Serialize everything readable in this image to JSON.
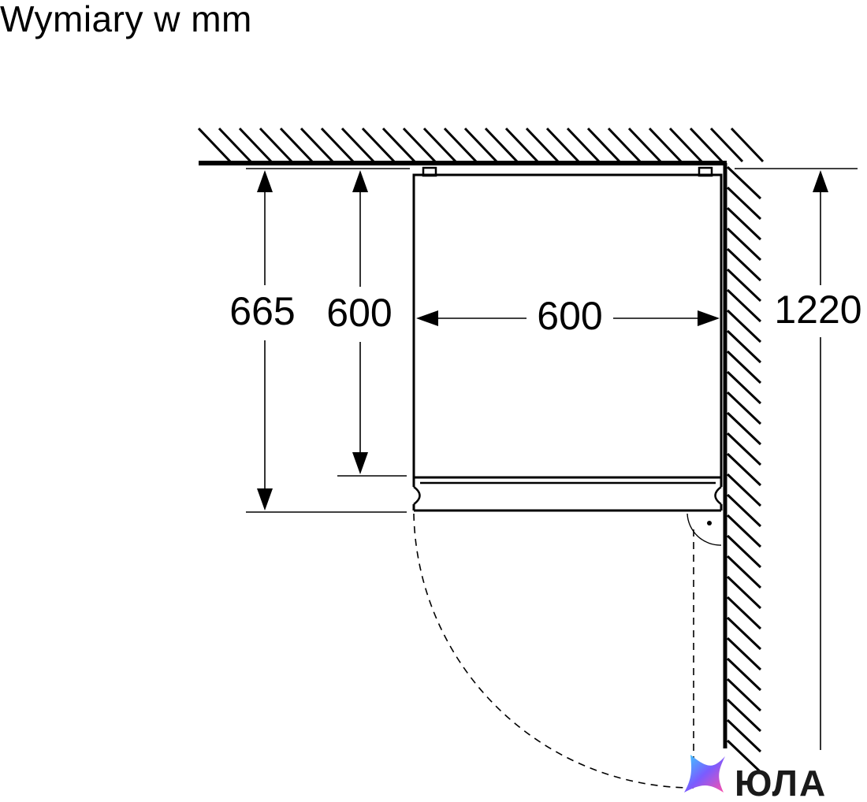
{
  "title": "Wymiary w mm",
  "dimensions": {
    "depth_with_door": "665",
    "depth_body": "600",
    "width": "600",
    "door_clearance": "1220"
  },
  "watermark": {
    "text": "ЮЛА",
    "icon": "star-gradient-icon"
  },
  "colors": {
    "line": "#000000",
    "background": "#ffffff"
  }
}
